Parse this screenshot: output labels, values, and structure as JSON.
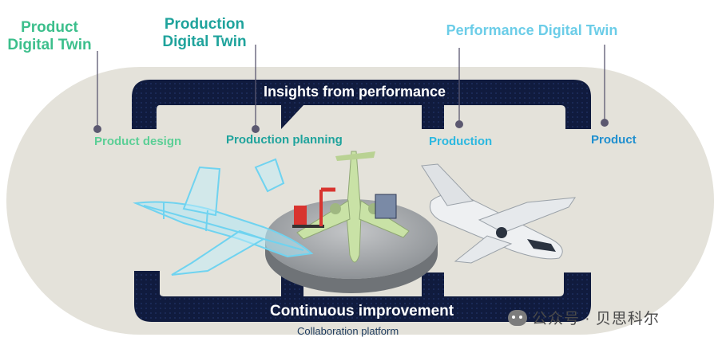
{
  "colors": {
    "product_twin": "#3cbf8c",
    "production_twin": "#1fa39c",
    "performance_twin": "#6ccde8",
    "product_design": "#5ccf96",
    "production_planning": "#1fa39c",
    "production": "#2cb8e0",
    "product": "#1f8fcf",
    "band": "#101b3e",
    "stage_bg": "#e4e2da",
    "pin": "#5b5870"
  },
  "twins": {
    "product": "Product\nDigital Twin",
    "production": "Production\nDigital Twin",
    "performance": "Performance Digital Twin"
  },
  "stages": {
    "product_design": "Product design",
    "production_planning": "Production planning",
    "production": "Production",
    "product": "Product"
  },
  "bands": {
    "top": "Insights from performance",
    "bottom": "Continuous improvement",
    "platform": "Collaboration platform"
  },
  "watermark": "公众号 · 贝思科尔"
}
